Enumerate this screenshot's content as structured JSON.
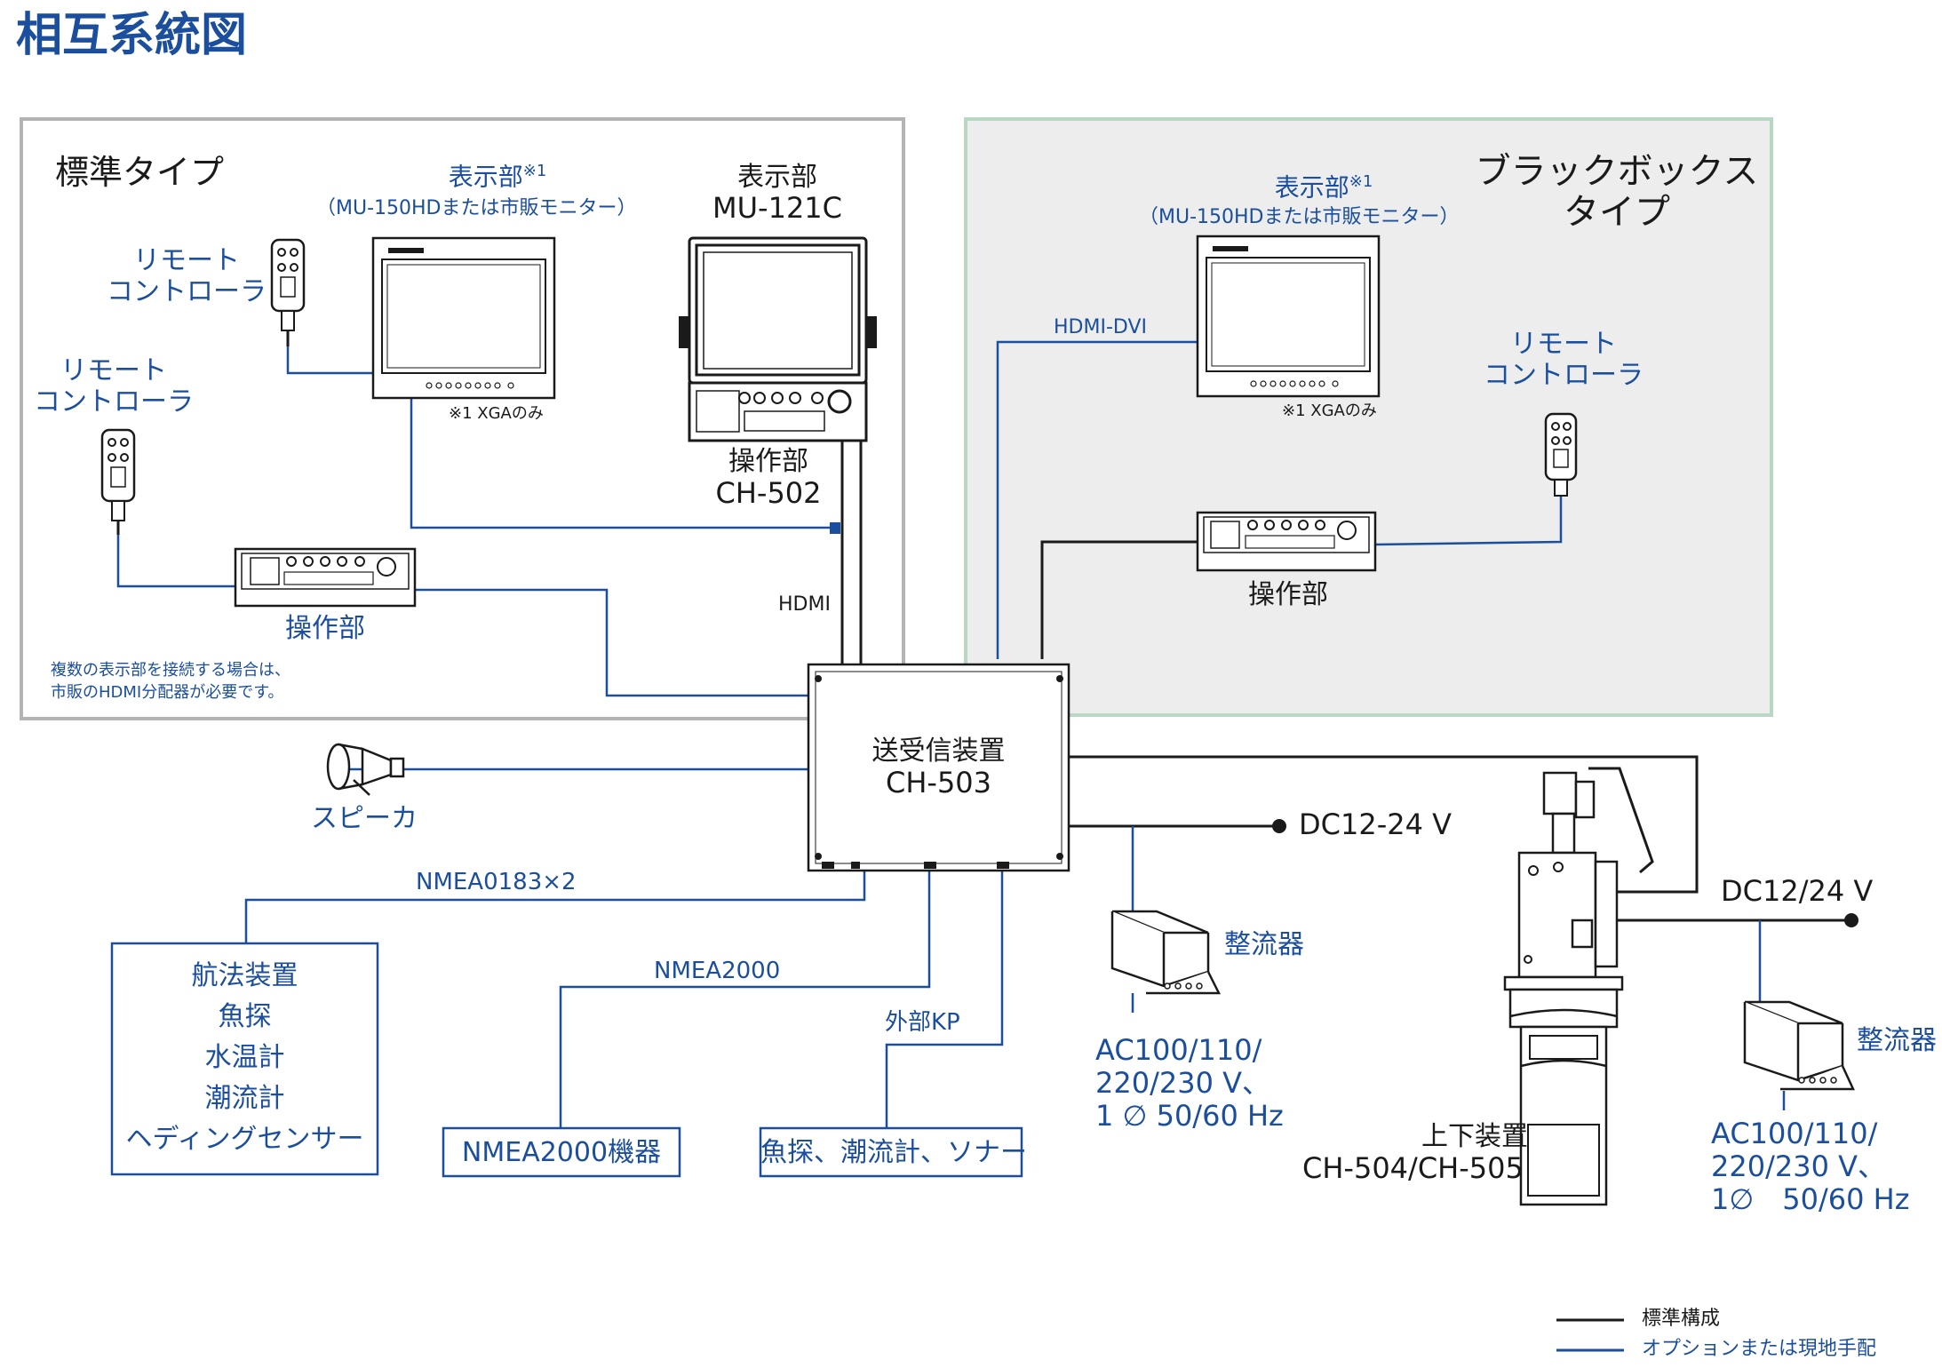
{
  "title": "相互系統図",
  "standard_type": {
    "label": "標準タイプ",
    "display_optional": {
      "name": "表示部",
      "sup": "※1",
      "model": "（MU-150HDまたは市販モニター）",
      "note": "※1 XGAのみ"
    },
    "display_std": {
      "name": "表示部",
      "model": "MU-121C"
    },
    "control_std": {
      "name": "操作部",
      "model": "CH-502"
    },
    "remote1": {
      "l1": "リモート",
      "l2": "コントローラ"
    },
    "remote2": {
      "l1": "リモート",
      "l2": "コントローラ"
    },
    "control_opt": "操作部",
    "hdmi": "HDMI",
    "note_l1": "複数の表示部を接続する場合は、",
    "note_l2": "市販のHDMI分配器が必要です。"
  },
  "blackbox_type": {
    "label_l1": "ブラックボックス",
    "label_l2": "タイプ",
    "display": {
      "name": "表示部",
      "sup": "※1",
      "model": "（MU-150HDまたは市販モニター）",
      "note": "※1 XGAのみ"
    },
    "hdmi_dvi": "HDMI-DVI",
    "remote": {
      "l1": "リモート",
      "l2": "コントローラ"
    },
    "control": "操作部"
  },
  "transceiver": {
    "name": "送受信装置",
    "model": "CH-503"
  },
  "speaker": "スピーカ",
  "power_main": "DC12-24 V",
  "rectifier1": {
    "label": "整流器",
    "l1": "AC100/110/",
    "l2": "220/230 V、",
    "l3": "1 ∅ 50/60 Hz"
  },
  "hoist": {
    "name": "上下装置",
    "model": "CH-504/CH-505",
    "power": "DC12/24 V"
  },
  "rectifier2": {
    "label": "整流器",
    "l1": "AC100/110/",
    "l2": "220/230 V、",
    "l3": "1∅　50/60 Hz"
  },
  "nmea0183": "NMEA0183×2",
  "nav_equipment": [
    "航法装置",
    "魚探",
    "水温計",
    "潮流計",
    "ヘディングセンサー"
  ],
  "nmea2000": "NMEA2000",
  "nmea2000_device": "NMEA2000機器",
  "external_kp": "外部KP",
  "kp_devices": "魚探、潮流計、ソナー",
  "legend": {
    "standard": "標準構成",
    "optional": "オプションまたは現地手配"
  },
  "colors": {
    "standard_line": "#1a1a1a",
    "optional_line": "#1b4e9c",
    "box_gray": "#b3b3b3",
    "bb_fill": "#ecedec",
    "bb_border": "#b8d8c4"
  }
}
